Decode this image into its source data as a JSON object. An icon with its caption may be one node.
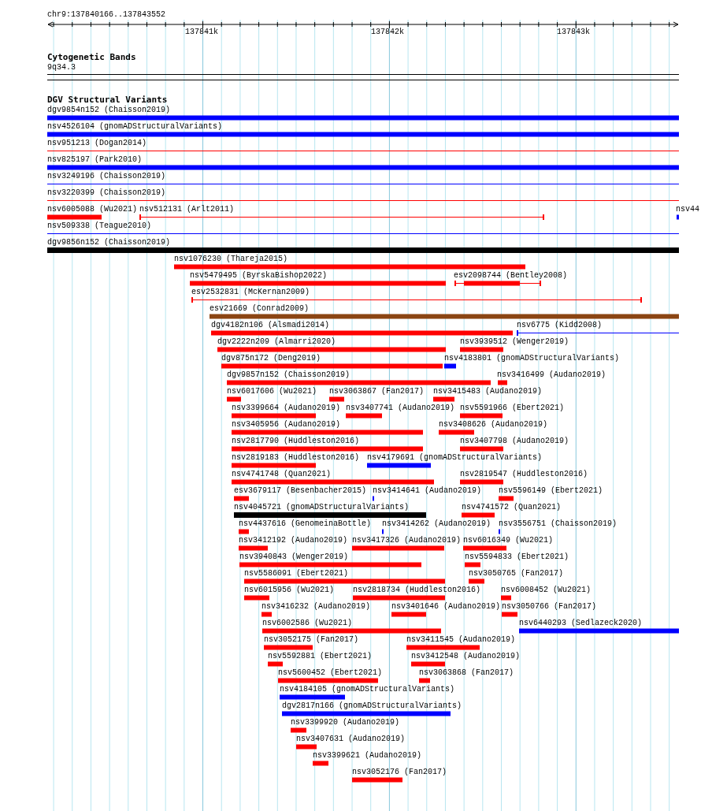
{
  "diagram": {
    "nodes": [
      {
        "text": [
          "dgv9854n152 (Chaisson2019)"
        ]
      },
      {
        "text": [
          "nsv4526104 (gnomADStructuralVariants)"
        ]
      },
      {
        "text": [
          "nsv951213 (Dogan2014)"
        ]
      },
      {
        "text": [
          "nsv825197 (Park2010)"
        ]
      },
      {
        "text": [
          "nsv3249196 (Chaisson2019)"
        ]
      },
      {
        "text": [
          "nsv3220399 (Chaisson2019)"
        ]
      },
      {
        "text": [
          "nsv6005088 (Wu2021)"
        ]
      },
      {
        "text": [
          "nsv512131 (Arlt2011)"
        ]
      },
      {
        "text": [
          "nsv44"
        ]
      },
      {
        "text": [
          "nsv509338 (Teague2010)"
        ]
      },
      {
        "text": [
          "dgv9856n152 (Chaisson2019)"
        ]
      },
      {
        "text": [
          "nsv1076230 (Thareja2015)"
        ]
      },
      {
        "text": [
          "nsv5479495 (ByrskaBishop2022)"
        ]
      },
      {
        "text": [
          "esv2098744 (Bentley2008)"
        ]
      },
      {
        "text": [
          "esv2532831 (McKernan2009)"
        ]
      },
      {
        "text": [
          "esv21669 (Conrad2009)"
        ]
      },
      {
        "text": [
          "dgv4182n106 (Alsmadi2014)"
        ]
      },
      {
        "text": [
          "nsv6775 (Kidd2008)"
        ]
      },
      {
        "text": [
          "dgv2222n209 (Almarri2020)"
        ]
      },
      {
        "text": [
          "nsv3939512 (Wenger2019)"
        ]
      },
      {
        "text": [
          "dgv875n172 (Deng2019)"
        ]
      },
      {
        "text": [
          "nsv4183801 (gnomADStructuralVariants)"
        ]
      },
      {
        "text": [
          "dgv9857n152 (Chaisson2019)"
        ]
      },
      {
        "text": [
          "nsv3416499 (Audano2019)"
        ]
      },
      {
        "text": [
          "nsv6017606 (Wu2021)"
        ]
      },
      {
        "text": [
          "nsv3063867 (Fan2017)"
        ]
      },
      {
        "text": [
          "nsv3415483 (Audano2019)"
        ]
      },
      {
        "text": [
          "nsv3399664 (Audano2019)"
        ]
      },
      {
        "text": [
          "nsv3407741 (Audano2019)"
        ]
      },
      {
        "text": [
          "nsv5591966 (Ebert2021)"
        ]
      },
      {
        "text": [
          "nsv3405956 (Audano2019)"
        ]
      },
      {
        "text": [
          "nsv3408626 (Audano2019)"
        ]
      },
      {
        "text": [
          "nsv2817790 (Huddleston2016)"
        ]
      },
      {
        "text": [
          "nsv3407798 (Audano2019)"
        ]
      },
      {
        "text": [
          "nsv2819183 (Huddleston2016)"
        ]
      },
      {
        "text": [
          "nsv4179691 (gnomADStructuralVariants)"
        ]
      },
      {
        "text": [
          "nsv4741748 (Quan2021)"
        ]
      },
      {
        "text": [
          "nsv2819547 (Huddleston2016)"
        ]
      },
      {
        "text": [
          "esv3679117 (Besenbacher2015)"
        ]
      },
      {
        "text": [
          "nsv3414641 (Audano2019)"
        ]
      },
      {
        "text": [
          "nsv5596149 (Ebert2021)"
        ]
      },
      {
        "text": [
          "nsv4045721 (gnomADStructuralVariants)"
        ]
      },
      {
        "text": [
          "nsv4741572 (Quan2021)"
        ]
      },
      {
        "text": [
          "nsv4437616 (GenomeinaBottle)"
        ]
      },
      {
        "text": [
          "nsv3414262 (Audano2019)"
        ]
      },
      {
        "text": [
          "nsv3556751 (Chaisson2019)"
        ]
      },
      {
        "text": [
          "nsv3412192 (Audano2019)"
        ]
      },
      {
        "text": [
          "nsv3417326 (Audano2019)"
        ]
      },
      {
        "text": [
          "nsv6016349 (Wu2021)"
        ]
      },
      {
        "text": [
          "nsv3940843 (Wenger2019)"
        ]
      },
      {
        "text": [
          "nsv5594833 (Ebert2021)"
        ]
      },
      {
        "text": [
          "nsv5586091 (Ebert2021)"
        ]
      },
      {
        "text": [
          "nsv3050765 (Fan2017)"
        ]
      },
      {
        "text": [
          "nsv6015956 (Wu2021)"
        ]
      },
      {
        "text": [
          "nsv2818734 (Huddleston2016)"
        ]
      },
      {
        "text": [
          "nsv6008452 (Wu2021)"
        ]
      },
      {
        "text": [
          "nsv3416232 (Audano2019)"
        ]
      },
      {
        "text": [
          "nsv3401646 (Audano2019)"
        ]
      },
      {
        "text": [
          "nsv3050766 (Fan2017)"
        ]
      },
      {
        "text": [
          "nsv6002586 (Wu2021)"
        ]
      },
      {
        "text": [
          "nsv6440293 (Sedlazeck2020)"
        ]
      },
      {
        "text": [
          "nsv3052175 (Fan2017)"
        ]
      },
      {
        "text": [
          "nsv3411545 (Audano2019)"
        ]
      },
      {
        "text": [
          "nsv5592881 (Ebert2021)"
        ]
      },
      {
        "text": [
          "nsv3412548 (Audano2019)"
        ]
      },
      {
        "text": [
          "nsv5600452 (Ebert2021)"
        ]
      },
      {
        "text": [
          "nsv3063868 (Fan2017)"
        ]
      },
      {
        "text": [
          "nsv4184105 (gnomADStructuralVariants)"
        ]
      },
      {
        "text": [
          "dgv2817n166 (gnomADStructuralVariants)"
        ]
      },
      {
        "text": [
          "nsv3399920 (Audano2019)"
        ]
      },
      {
        "text": [
          "nsv3407631 (Audano2019)"
        ]
      },
      {
        "text": [
          "nsv3399621 (Audano2019)"
        ]
      },
      {
        "text": [
          "nsv3052176 (Fan2017)"
        ]
      }
    ],
    "labels": [
      "chr9:137840166..137843552",
      "137841k",
      "137842k",
      "137843k",
      "Cytogenetic Bands",
      "9q34.3",
      "DGV Structural Variants"
    ]
  }
}
